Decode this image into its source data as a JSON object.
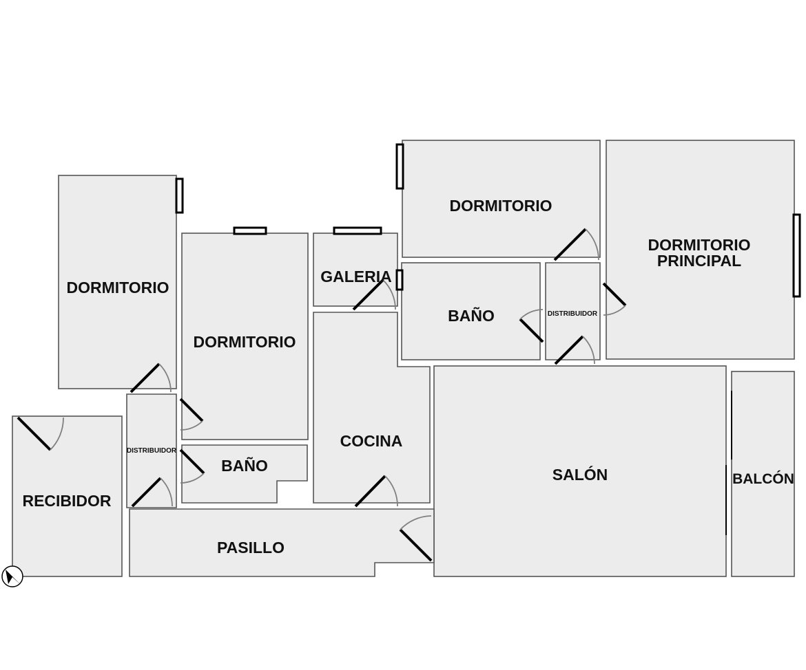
{
  "plan": {
    "rooms": {
      "dormitorio_left": "DORMITORIO",
      "dormitorio_center": "DORMITORIO",
      "galeria": "GALERIA",
      "dormitorio_top": "DORMITORIO",
      "dormitorio_principal_line1": "DORMITORIO",
      "dormitorio_principal_line2": "PRINCIPAL",
      "bano_upper": "BAÑO",
      "distribuidor_right": "DISTRIBUIDOR",
      "distribuidor_left": "DISTRIBUIDOR",
      "bano_lower": "BAÑO",
      "cocina": "COCINA",
      "salon": "SALÓN",
      "balcon": "BALCÓN",
      "recibidor": "RECIBIDOR",
      "pasillo": "PASILLO"
    },
    "colors": {
      "room_fill": "#ececec",
      "room_outline": "#555555",
      "door_leaf": "#000000",
      "door_swing": "#808080",
      "window": "#000000"
    },
    "icons": [
      "north-arrow-icon"
    ]
  }
}
